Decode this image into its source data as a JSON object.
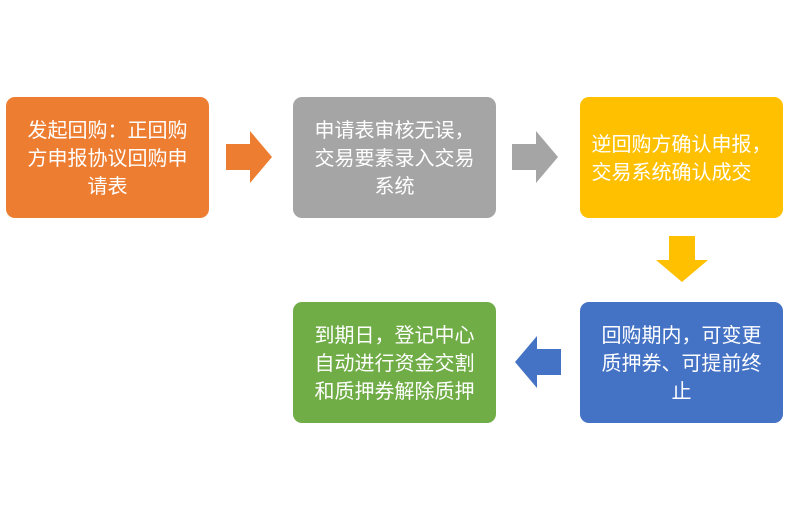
{
  "flow": {
    "steps": [
      {
        "label": "发起回购：正回购\n方申报协议回购申\n请表",
        "color": "#ED7D31"
      },
      {
        "label": "申请表审核无误，\n交易要素录入交易\n系统",
        "color": "#A5A5A5"
      },
      {
        "label": "逆回购方确认申报，\n交易系统确认成交",
        "color": "#FFC000"
      },
      {
        "label": "回购期内，可变更\n质押券、可提前终\n止",
        "color": "#4472C4"
      },
      {
        "label": "到期日，登记中心\n自动进行资金交割\n和质押券解除质押",
        "color": "#70AD47"
      }
    ],
    "arrows": [
      {
        "direction": "right",
        "color": "#ED7D31"
      },
      {
        "direction": "right",
        "color": "#A5A5A5"
      },
      {
        "direction": "down",
        "color": "#FFC000"
      },
      {
        "direction": "left",
        "color": "#4472C4"
      }
    ]
  }
}
